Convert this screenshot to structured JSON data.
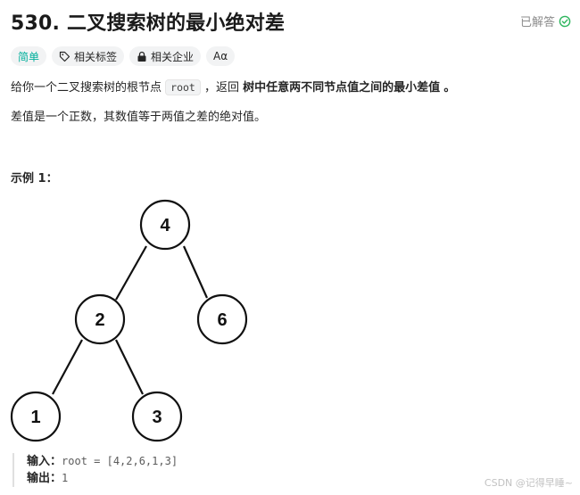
{
  "problem": {
    "title": "530. 二叉搜索树的最小绝对差",
    "status": "已解答",
    "tags": {
      "difficulty": "简单",
      "related_tags": "相关标签",
      "related_companies": "相关企业",
      "font_toggle": "Aα"
    },
    "description": {
      "p1_prefix": "给你一个二叉搜索树的根节点",
      "p1_code": "root",
      "p1_middle": "，返回",
      "p1_bold": "树中任意两不同节点值之间的最小差值",
      "p1_suffix": "。",
      "p2": "差值是一个正数，其数值等于两值之差的绝对值。"
    },
    "example": {
      "title": "示例 1：",
      "tree_nodes": [
        "4",
        "2",
        "6",
        "1",
        "3"
      ],
      "input_label": "输入：",
      "input_value": "root = [4,2,6,1,3]",
      "output_label": "输出：",
      "output_value": "1"
    }
  },
  "watermark": "CSDN @记得早睡~",
  "colors": {
    "easy": "#00af9b",
    "check": "#2db55d",
    "tag_bg": "#f2f3f4"
  }
}
